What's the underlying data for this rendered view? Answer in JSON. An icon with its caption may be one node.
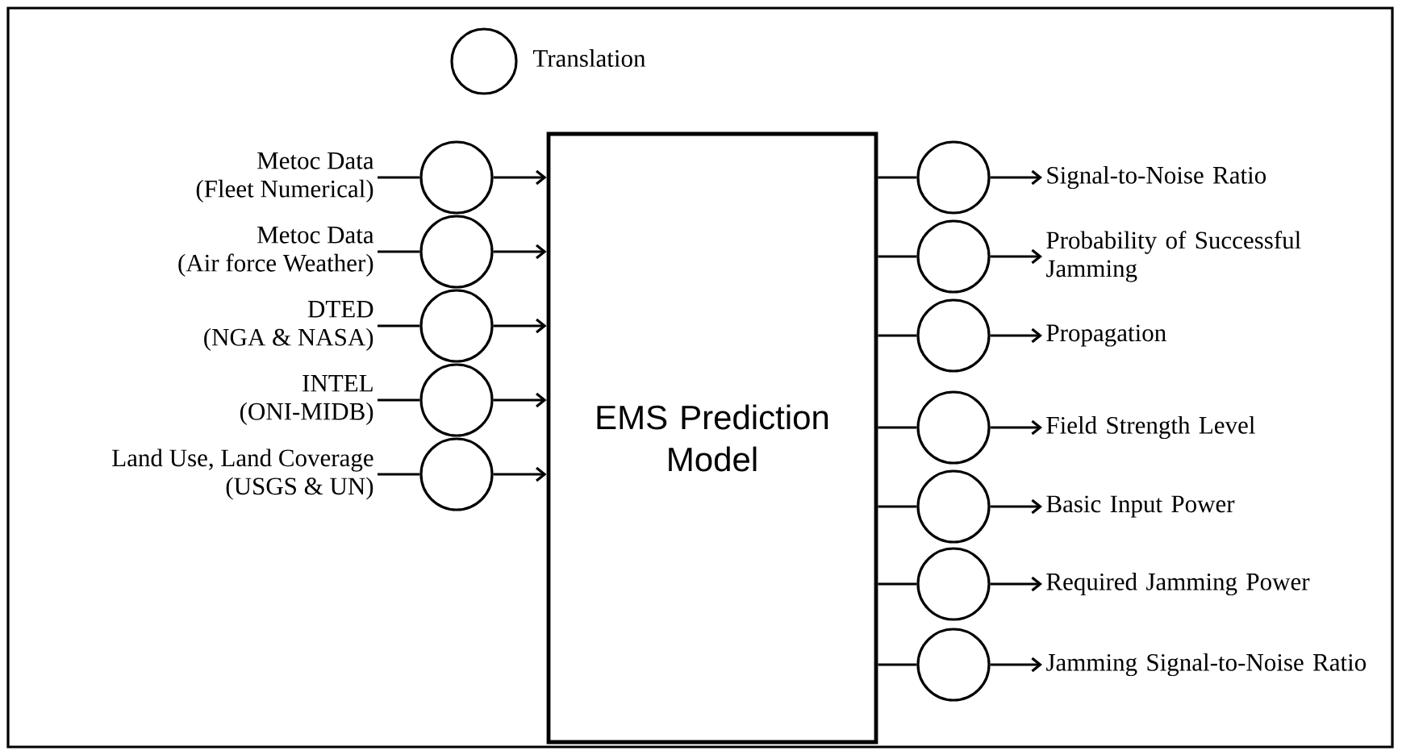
{
  "diagram": {
    "nodes": [
      {
        "text": [
          "EMS Prediction Model"
        ]
      },
      {
        "text": [
          "Metoc Data",
          "(Fleet Numerical)"
        ]
      },
      {
        "text": [],
        "shape": "circle"
      },
      {
        "text": [
          "Metoc Data",
          "(Air force Weather)"
        ]
      },
      {
        "text": [],
        "shape": "circle"
      },
      {
        "text": [
          "DTED",
          "(NGA & NASA)"
        ]
      },
      {
        "text": [],
        "shape": "circle"
      },
      {
        "text": [
          "INTEL",
          "(ONI-MIDB)"
        ]
      },
      {
        "text": [],
        "shape": "circle"
      },
      {
        "text": [
          "Land Use, Land Coverage",
          "(USGS & UN)"
        ]
      },
      {
        "text": [],
        "shape": "circle"
      },
      {
        "text": [],
        "shape": "circle"
      },
      {
        "text": [
          "Signal-to-Noise Ratio"
        ]
      },
      {
        "text": [],
        "shape": "circle"
      },
      {
        "text": [
          "Probability of Successful Jamming"
        ]
      },
      {
        "text": [],
        "shape": "circle"
      },
      {
        "text": [
          "Propagation"
        ]
      },
      {
        "text": [],
        "shape": "circle"
      },
      {
        "text": [
          "Field Strength Level"
        ]
      },
      {
        "text": [],
        "shape": "circle"
      },
      {
        "text": [
          "Basic Input Power"
        ]
      },
      {
        "text": [],
        "shape": "circle"
      },
      {
        "text": [
          "Required Jamming Power"
        ]
      },
      {
        "text": [],
        "shape": "circle"
      },
      {
        "text": [
          "Jamming Signal-to-Noise Ratio"
        ]
      }
    ],
    "edges": [
      {
        "from": 1,
        "to": 2,
        "arrow": "none"
      },
      {
        "from": 2,
        "to": 0,
        "arrow": "to"
      },
      {
        "from": 3,
        "to": 4,
        "arrow": "none"
      },
      {
        "from": 4,
        "to": 0,
        "arrow": "to"
      },
      {
        "from": 5,
        "to": 6,
        "arrow": "none"
      },
      {
        "from": 6,
        "to": 0,
        "arrow": "to"
      },
      {
        "from": 7,
        "to": 8,
        "arrow": "none"
      },
      {
        "from": 8,
        "to": 0,
        "arrow": "to"
      },
      {
        "from": 9,
        "to": 10,
        "arrow": "none"
      },
      {
        "from": 10,
        "to": 0,
        "arrow": "to"
      },
      {
        "from": 0,
        "to": 11,
        "arrow": "none"
      },
      {
        "from": 11,
        "to": 12,
        "arrow": "to"
      },
      {
        "from": 0,
        "to": 13,
        "arrow": "none"
      },
      {
        "from": 13,
        "to": 14,
        "arrow": "to"
      },
      {
        "from": 0,
        "to": 15,
        "arrow": "none"
      },
      {
        "from": 15,
        "to": 16,
        "arrow": "to"
      },
      {
        "from": 0,
        "to": 17,
        "arrow": "none"
      },
      {
        "from": 17,
        "to": 18,
        "arrow": "to"
      },
      {
        "from": 0,
        "to": 19,
        "arrow": "none"
      },
      {
        "from": 19,
        "to": 20,
        "arrow": "to"
      },
      {
        "from": 0,
        "to": 21,
        "arrow": "none"
      },
      {
        "from": 21,
        "to": 22,
        "arrow": "to"
      },
      {
        "from": 0,
        "to": 23,
        "arrow": "none"
      },
      {
        "from": 23,
        "to": 24,
        "arrow": "to"
      }
    ],
    "legend": [
      {
        "text": "Translation"
      }
    ]
  }
}
